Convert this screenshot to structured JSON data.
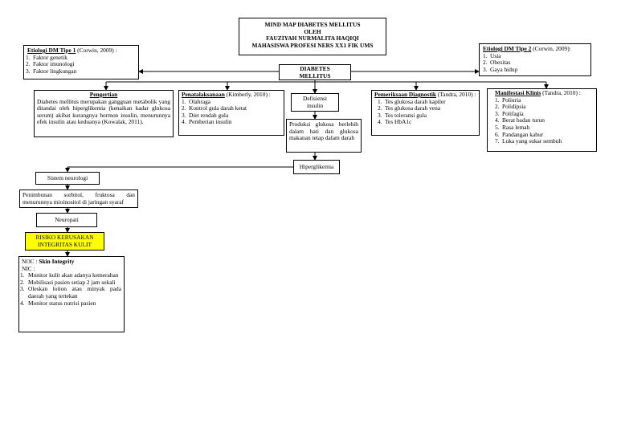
{
  "title": {
    "line1": "MIND MAP DIABETES MELLITUS",
    "line2": "OLEH",
    "line3": "FAUZIYAH NURMALITA HAQIQI",
    "line4": "MAHASISWA PROFESI NERS XX1 FIK UMS"
  },
  "center": {
    "line1": "DIABETES",
    "line2": "MELLITUS"
  },
  "etiologi1": {
    "heading": "Etiologi DM Tipe 1",
    "source": " (Corwin, 2009) :",
    "items": [
      "Faktor genetik",
      "Faktor imunologi",
      "Faktor lingkungan"
    ]
  },
  "etiologi2": {
    "heading": "Etiologi DM Tipe 2",
    "source": " (Corwin, 2009):",
    "items": [
      "Usia",
      "Obesitas",
      "Gaya  hidup"
    ]
  },
  "pengertian": {
    "heading": "Pengertian",
    "body": "Diabetes mellitus merupakan gangguan metabolik yang ditandai oleh hiperglikemia (kenaikan kadar glukosa serum) akibat kurangnya hormon insulin, menurunnya efek insulin atau keduanya (Kowalak, 2011)."
  },
  "penatalaksanaan": {
    "heading": "Penatalaksanaan",
    "source": " (Kimberly, 2010) :",
    "items": [
      "Olahraga",
      "Kontrol gula darah ketat",
      "Diet rendah gula",
      "Pemberian insulin"
    ]
  },
  "defisiensi": {
    "text": "Defisiensi insulin"
  },
  "produksi": {
    "text": "Produksi glukosa berlebih dalam hati dan glukosa makanan tetap dalam darah"
  },
  "pemeriksaan": {
    "heading": "Pemeriksaan Diagnostik",
    "source": " (Tandra, 2010) :",
    "items": [
      "Tes glukosa darah kapiler",
      "Tes glukosa darah vena",
      "Tes toleransi gula",
      "Tes HbA1c"
    ]
  },
  "manifestasi": {
    "heading": "Manifestasi Klinis",
    "source": " (Tandra, 2010) :",
    "items": [
      "Poliuria",
      "Polidipsia",
      "Polifagia",
      "Berat badan turun",
      "Rasa lemah",
      "Pandangan kabur",
      "Luka yang sukar sembuh"
    ]
  },
  "hiperglikemia": {
    "text": "Hiperglikemia"
  },
  "sistem_neurologi": {
    "text": "Sistem neurologi"
  },
  "penimbunan": {
    "text": "Penimbunan sorbitol, fruktosa dan menurunnya mioinositol di jaringan syaraf"
  },
  "neuropati": {
    "text": "Neuropati"
  },
  "risiko": {
    "line1": "RISIKO KERUSAKAN",
    "line2": "INTEGRITAS KULIT",
    "fill": "#ffff00"
  },
  "noc": {
    "noc_label": "NOC : ",
    "noc_value": "Skin Integrity",
    "nic_label": "NIC :",
    "items": [
      "Monitor kulit akan adanya kemerahan",
      "Mobilisasi pasien setiap 2 jam sekali",
      "Oleskan lotion atau minyak pada daerah yang tertekan",
      "Monitor status nutrisi pasien"
    ]
  }
}
